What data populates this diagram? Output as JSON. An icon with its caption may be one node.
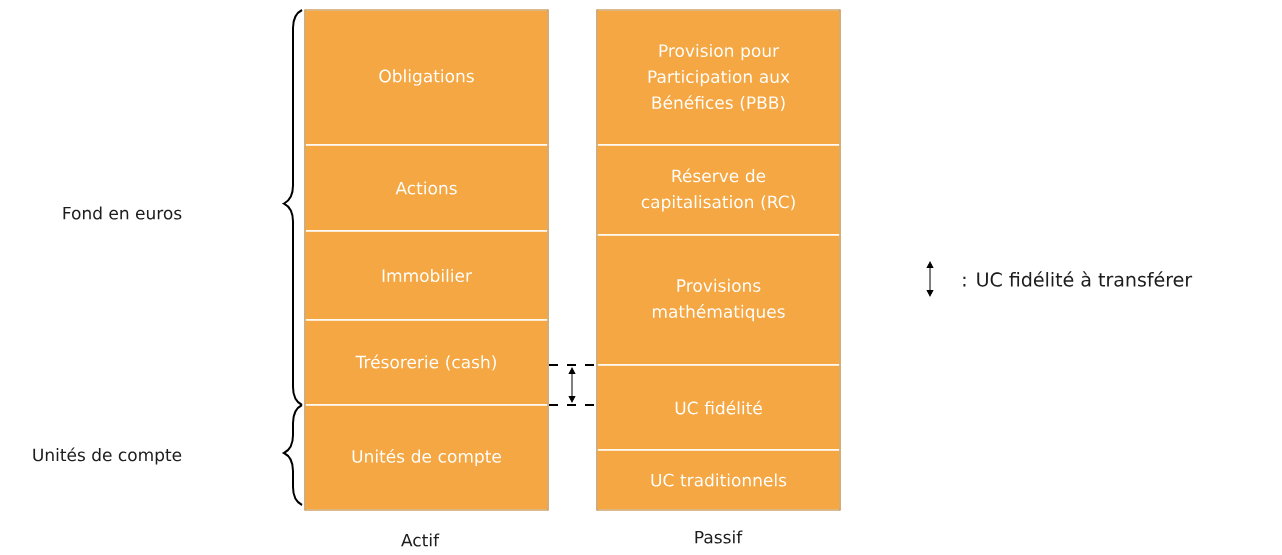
{
  "diagram": {
    "nodes": [
      {
        "text": [
          "Obligations"
        ]
      },
      {
        "text": [
          "Actions"
        ]
      },
      {
        "text": [
          "Immobilier"
        ]
      },
      {
        "text": [
          "Trésorerie (cash)"
        ]
      },
      {
        "text": [
          "Unités de compte"
        ]
      },
      {
        "text": [
          "Provision pour Participation aux Bénéfices (PBB)"
        ]
      },
      {
        "text": [
          "Réserve de capitalisation (RC)"
        ]
      },
      {
        "text": [
          "Provisions mathématiques"
        ]
      },
      {
        "text": [
          "UC fidélité"
        ]
      },
      {
        "text": [
          "UC traditionnels"
        ]
      }
    ],
    "labels": [
      "Fond en euros",
      "Unités de compte",
      "Actif",
      "Passif"
    ],
    "legend": [
      {
        "text": ": UC fidélité à transférer"
      }
    ]
  }
}
